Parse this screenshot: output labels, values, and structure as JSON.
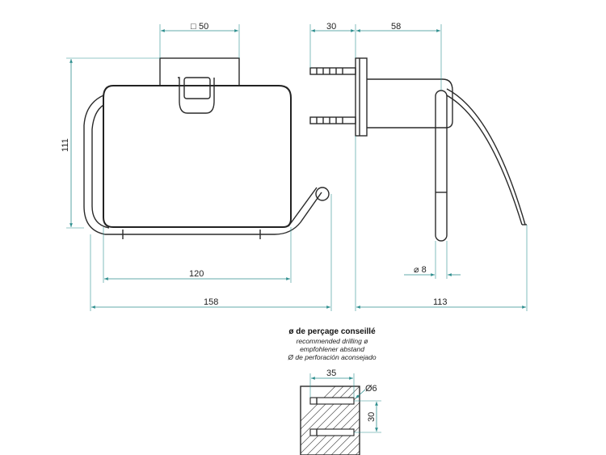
{
  "front_view": {
    "width_top": "50",
    "square_symbol": "□",
    "height": "111",
    "inner_width": "120",
    "overall_width": "158"
  },
  "side_view": {
    "wall_depth": "30",
    "projection": "58",
    "rod_diameter": "⌀ 8",
    "overall_depth": "113"
  },
  "drilling": {
    "title": "ø de perçage conseillé",
    "line_en": "recommended drilling ø",
    "line_de": "empfohlener abstand",
    "line_es": "Ø de perforación aconsejado",
    "width": "35",
    "hole_diameter": "Ø6",
    "spacing": "30"
  },
  "colors": {
    "dimension": "#2f8f8f",
    "outline": "#2a2a2a"
  }
}
